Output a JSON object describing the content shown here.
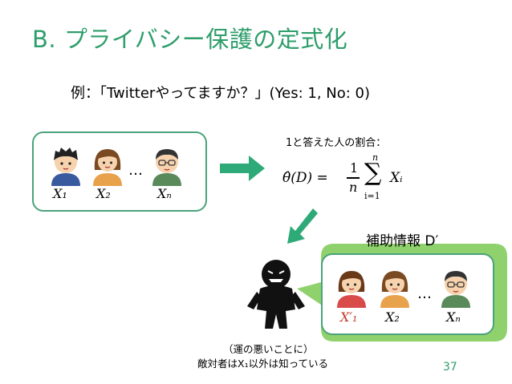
{
  "slide": {
    "title": "B. プライバシー保護の定式化",
    "question": "例：「Twitterやってますか？」(Yes: 1, No: 0)",
    "left_box": {
      "var1": "X₁",
      "var2": "X₂",
      "varn": "Xₙ",
      "dots": "…"
    },
    "rate_label": "1と答えた人の割合：",
    "formula": {
      "lhs": "θ̂(D) =",
      "frac_num": "1",
      "frac_den": "n",
      "sum_top": "n",
      "sum_sign": "∑",
      "sum_bottom": "i=1",
      "term": "Xᵢ"
    },
    "aux_label": "補助情報  D′",
    "right_box": {
      "var1": "X′₁",
      "var2": "X₂",
      "varn": "Xₙ",
      "dots": "…",
      "var1_color": "#c0392b"
    },
    "footnote_line1": "（運の悪いことに）",
    "footnote_line2": "敵対者はX₁以外は知っている",
    "page_number": "37",
    "colors": {
      "accent": "#2e9e6b",
      "arrow": "#2eaa78",
      "bubble": "#8fd16c"
    }
  }
}
